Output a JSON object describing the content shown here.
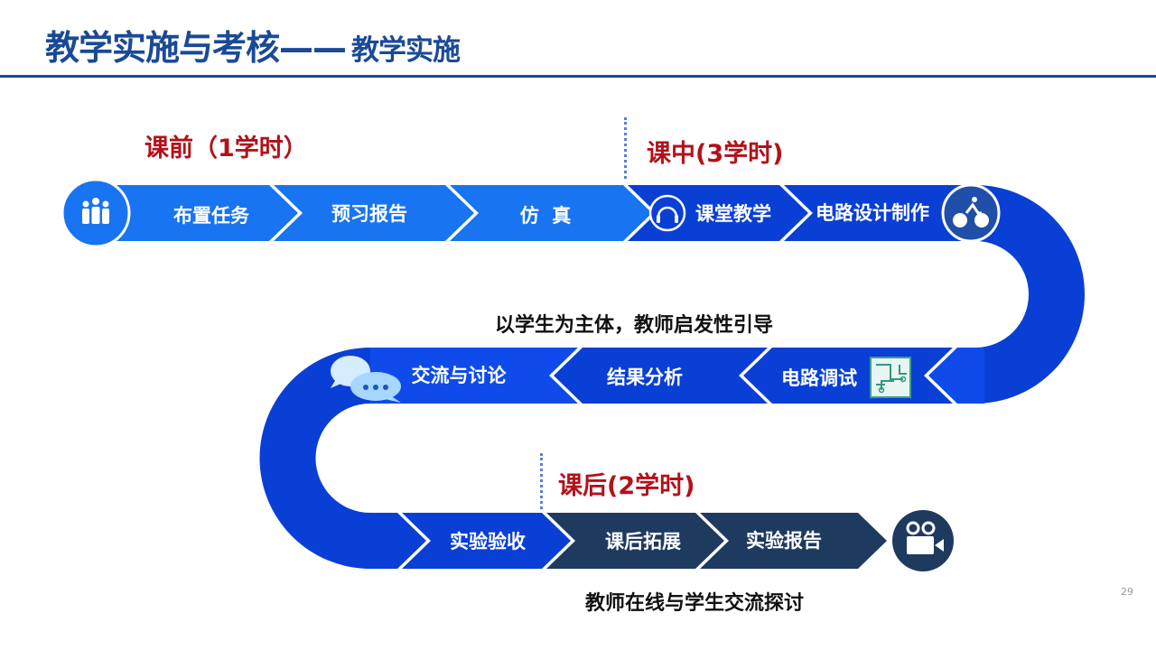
{
  "header": {
    "title": "教学实施与考核——",
    "subtitle": "教学实施"
  },
  "phases": {
    "pre": "课前（1学时）",
    "in": "课中(3学时)",
    "post": "课后(2学时)"
  },
  "notes": {
    "middle": "以学生为主体，教师启发性引导",
    "bottom": "教师在线与学生交流探讨"
  },
  "steps": {
    "row1": [
      "布置任务",
      "预习报告",
      "仿  真",
      "课堂教学",
      "电路设计制作"
    ],
    "row2": [
      "交流与讨论",
      "结果分析",
      "电路调试"
    ],
    "row3": [
      "实验验收",
      "课后拓展",
      "实验报告"
    ]
  },
  "icons": {
    "start": "team-icon",
    "headphones": "headphones-icon",
    "cyclist": "cyclist-icon",
    "circuit": "circuit-board-icon",
    "chat": "chat-bubbles-icon",
    "camera": "video-camera-icon"
  },
  "colors": {
    "title": "#1a4a96",
    "phase": "#b3111a",
    "light_blue": "#1874f0",
    "mid_blue": "#0a3fd6",
    "royal_blue": "#0f4bea",
    "navy": "#1f3a5f"
  },
  "page_number": "29"
}
